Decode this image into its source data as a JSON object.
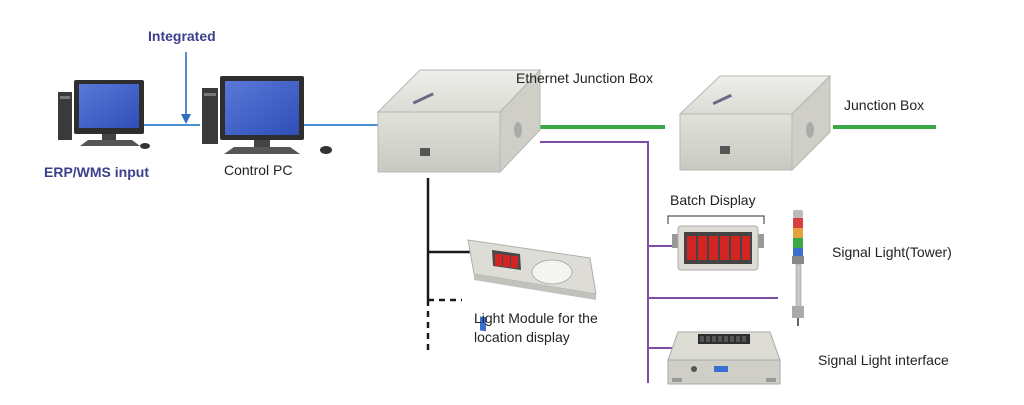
{
  "labels": {
    "integrated": "Integrated",
    "erp_input": "ERP/WMS input",
    "control_pc": "Control PC",
    "ethernet_junction_box": "Ethernet Junction Box",
    "junction_box": "Junction Box",
    "batch_display": "Batch Display",
    "signal_light_tower": "Signal Light(Tower)",
    "light_module": "Light Module for the location display",
    "signal_light_interface": "Signal Light interface"
  },
  "colors": {
    "integrated_arrow": "#2f6fc0",
    "pc_link": "#4a8fd0",
    "ethernet_line": "#3aa845",
    "batch_bus": "#7b4fa6",
    "location_bus": "#1a1a1a",
    "label_accent": "#3b3f8c"
  }
}
